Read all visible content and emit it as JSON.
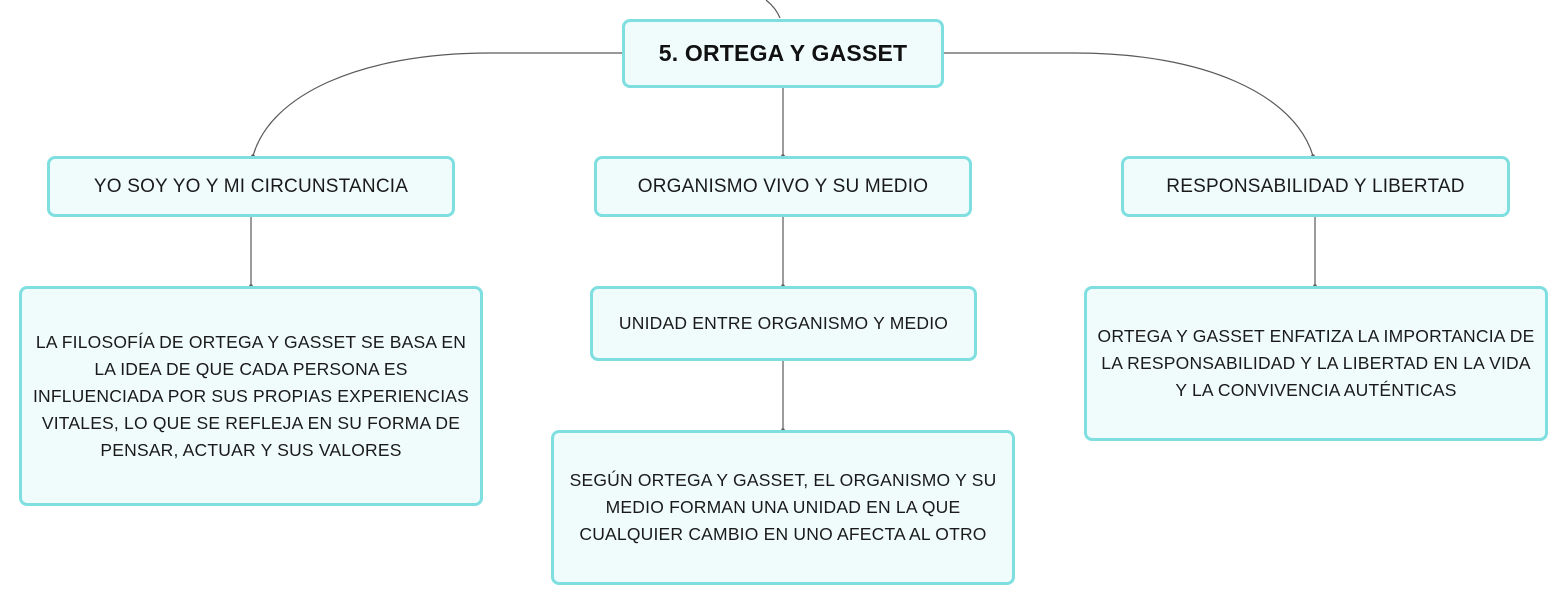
{
  "map": {
    "root": "5. ORTEGA Y GASSET",
    "branches": {
      "left": {
        "title": "YO SOY YO Y MI CIRCUNSTANCIA",
        "detail": "LA FILOSOFÍA DE ORTEGA Y GASSET SE BASA EN LA IDEA DE QUE CADA PERSONA ES INFLUENCIADA POR SUS PROPIAS EXPERIENCIAS VITALES, LO QUE SE REFLEJA EN SU FORMA DE PENSAR, ACTUAR Y SUS VALORES"
      },
      "center": {
        "title": "ORGANISMO VIVO Y SU MEDIO",
        "sub": "UNIDAD ENTRE ORGANISMO Y MEDIO",
        "detail": "SEGÚN ORTEGA Y GASSET, EL ORGANISMO Y SU MEDIO FORMAN UNA UNIDAD EN LA QUE CUALQUIER CAMBIO EN UNO AFECTA AL OTRO"
      },
      "right": {
        "title": "RESPONSABILIDAD Y LIBERTAD",
        "detail": "ORTEGA Y GASSET ENFATIZA LA IMPORTANCIA DE LA RESPONSABILIDAD Y LA LIBERTAD EN LA VIDA Y LA CONVIVENCIA AUTÉNTICAS"
      }
    }
  },
  "colors": {
    "node_border": "#7fdfe0",
    "node_fill": "#f0fcfc",
    "connector": "#555555"
  }
}
